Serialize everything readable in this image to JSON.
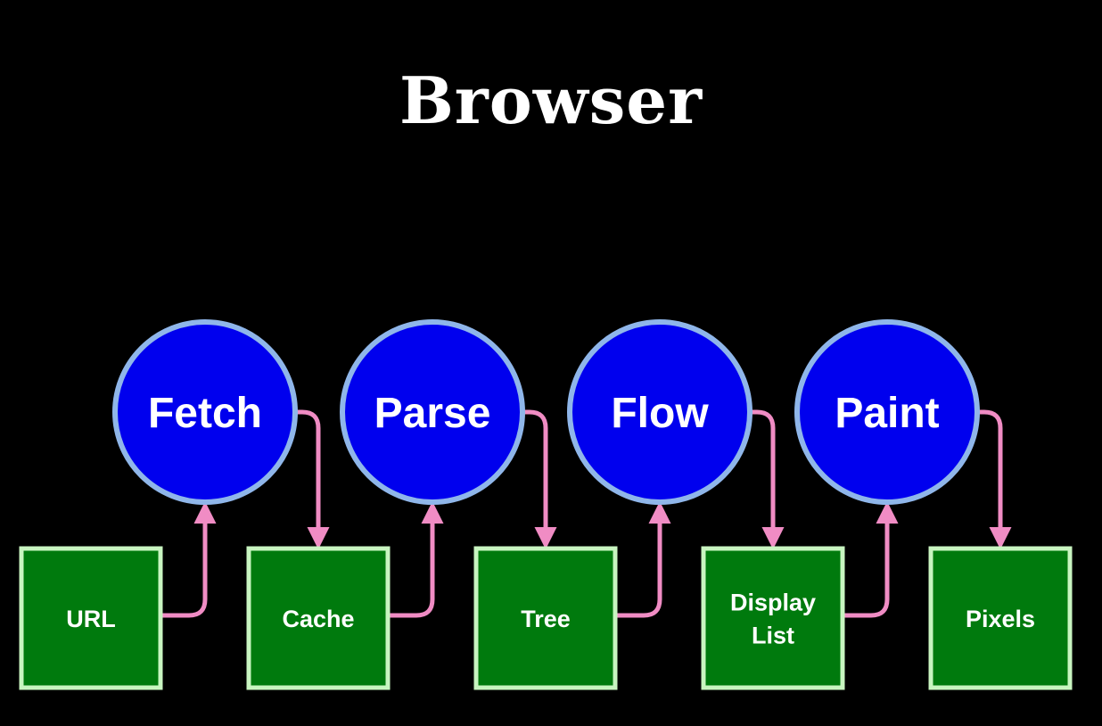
{
  "title": "Browser",
  "colors": {
    "background": "#000000",
    "stage_fill": "#0000ee",
    "stage_border": "#8fb6ea",
    "data_fill": "#007a0d",
    "data_border": "#c8f5c0",
    "arrow": "#f08cc4",
    "text": "#ffffff"
  },
  "stages": [
    {
      "label": "Fetch"
    },
    {
      "label": "Parse"
    },
    {
      "label": "Flow"
    },
    {
      "label": "Paint"
    }
  ],
  "data_items": [
    {
      "label_lines": [
        "URL"
      ]
    },
    {
      "label_lines": [
        "Cache"
      ]
    },
    {
      "label_lines": [
        "Tree"
      ]
    },
    {
      "label_lines": [
        "Display",
        "List"
      ]
    },
    {
      "label_lines": [
        "Pixels"
      ]
    }
  ],
  "flow": [
    {
      "from": "data_items.0",
      "to": "stages.0"
    },
    {
      "from": "stages.0",
      "to": "data_items.1"
    },
    {
      "from": "data_items.1",
      "to": "stages.1"
    },
    {
      "from": "stages.1",
      "to": "data_items.2"
    },
    {
      "from": "data_items.2",
      "to": "stages.2"
    },
    {
      "from": "stages.2",
      "to": "data_items.3"
    },
    {
      "from": "data_items.3",
      "to": "stages.3"
    },
    {
      "from": "stages.3",
      "to": "data_items.4"
    }
  ]
}
